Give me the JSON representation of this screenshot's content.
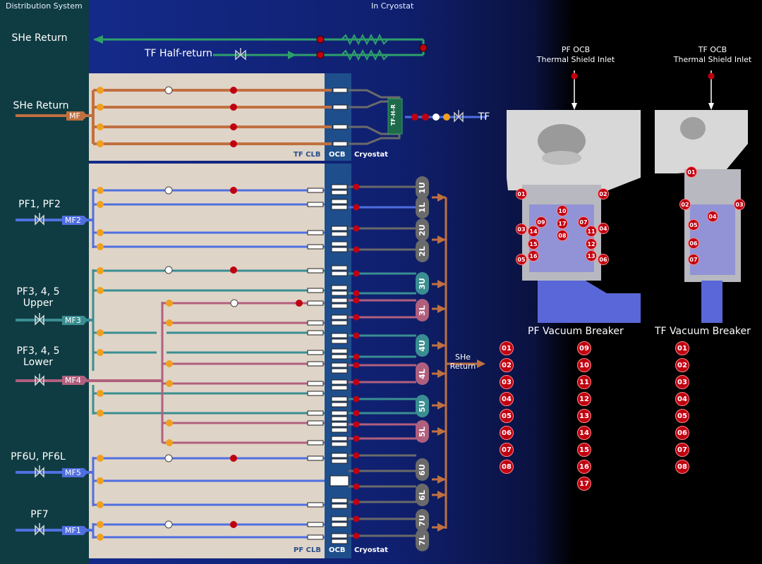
{
  "headers": {
    "distribution": "Distribution System",
    "cryostat": "In Cryostat"
  },
  "top": {
    "she_return": "SHe Return",
    "tf_half_return": "TF Half-return"
  },
  "tf_section": {
    "she_return": "SHe Return",
    "mf_tag": "MF",
    "tf_hr": "TF-H-R",
    "tf_label": "TF",
    "clb_label": "TF CLB",
    "ocb_label": "OCB",
    "cryostat_label": "Cryostat"
  },
  "pf_section": {
    "clb_label": "PF CLB",
    "ocb_label": "OCB",
    "cryostat_label": "Cryostat",
    "she_return": "SHe\nReturn"
  },
  "feeds": [
    {
      "label": "PF1, PF2",
      "tag": "MF2"
    },
    {
      "label": "PF3, 4, 5\nUpper",
      "tag": "MF3"
    },
    {
      "label": "PF3, 4, 5\nLower",
      "tag": "MF4"
    },
    {
      "label": "PF6U, PF6L",
      "tag": "MF5"
    },
    {
      "label": "PF7",
      "tag": "MF1"
    }
  ],
  "coils": [
    "1U",
    "1L",
    "2U",
    "2L",
    "3U",
    "3L",
    "4U",
    "4L",
    "5U",
    "5L",
    "6U",
    "6L",
    "7U",
    "7L"
  ],
  "vacuum_breakers": {
    "pf_inlet": "PF OCB\nThermal Shield Inlet",
    "tf_inlet": "TF OCB\nThermal Shield Inlet",
    "pf_title": "PF Vacuum Breaker",
    "tf_title": "TF Vacuum Breaker",
    "pf_list_a": [
      "01",
      "02",
      "03",
      "04",
      "05",
      "06",
      "07",
      "08"
    ],
    "pf_list_b": [
      "09",
      "10",
      "11",
      "12",
      "13",
      "14",
      "15",
      "16",
      "17"
    ],
    "tf_list": [
      "01",
      "02",
      "03",
      "04",
      "05",
      "06",
      "07",
      "08"
    ],
    "pf_markers": [
      "01",
      "02",
      "03",
      "04",
      "05",
      "06",
      "07",
      "08",
      "09",
      "10",
      "11",
      "12",
      "13",
      "14",
      "15",
      "16",
      "17"
    ],
    "tf_markers": [
      "01",
      "02",
      "03",
      "04",
      "05",
      "06",
      "07"
    ]
  },
  "colors": {
    "brown": "#c07040",
    "blue": "#4f6fe0",
    "teal": "#3a8e92",
    "mauve": "#b0607e",
    "green": "#2ea06a",
    "grey": "#6a6a6a",
    "red": "#c00010",
    "orange": "#f0a020"
  }
}
